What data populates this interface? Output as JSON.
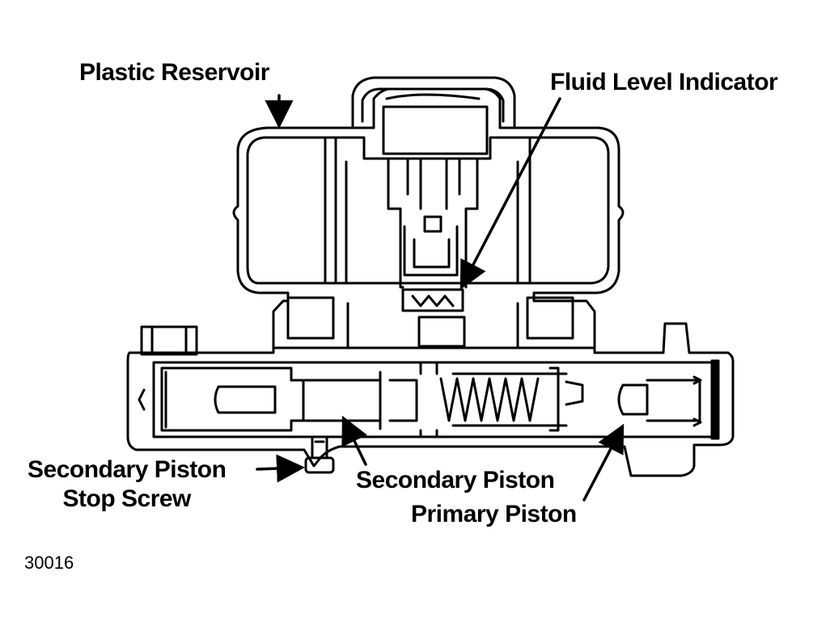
{
  "diagram": {
    "labels": {
      "plastic_reservoir": "Plastic Reservoir",
      "fluid_level_indicator": "Fluid Level Indicator",
      "secondary_piston_stop_screw_line1": "Secondary Piston",
      "secondary_piston_stop_screw_line2": "Stop Screw",
      "secondary_piston": "Secondary Piston",
      "primary_piston": "Primary Piston"
    },
    "figure_number": "30016"
  }
}
